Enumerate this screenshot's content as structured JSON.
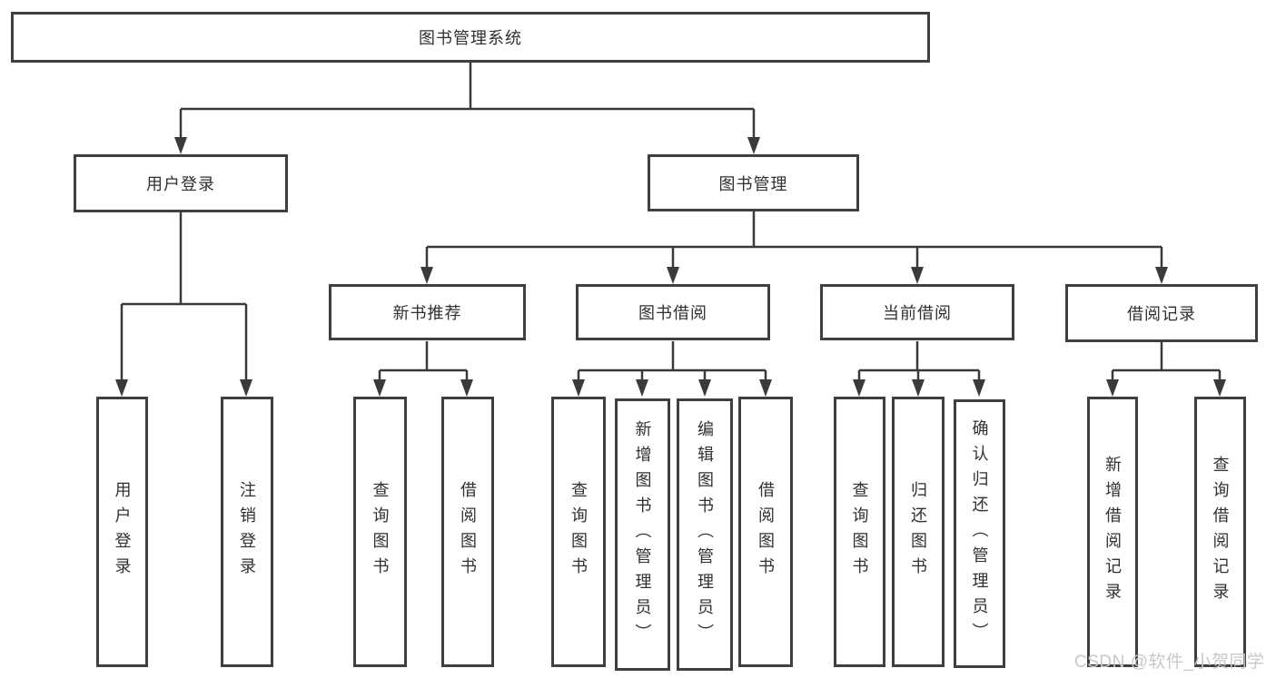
{
  "diagram": {
    "root_label": "图书管理系统",
    "level2": [
      {
        "label": "用户登录",
        "children": [
          {
            "label": "用户登录"
          },
          {
            "label": "注销登录"
          }
        ]
      },
      {
        "label": "图书管理",
        "groups": [
          {
            "label": "新书推荐",
            "children": [
              {
                "label": "查询图书"
              },
              {
                "label": "借阅图书"
              }
            ]
          },
          {
            "label": "图书借阅",
            "children": [
              {
                "label": "查询图书"
              },
              {
                "label": "新增图书（管理员）"
              },
              {
                "label": "编辑图书（管理员）"
              },
              {
                "label": "借阅图书"
              }
            ]
          },
          {
            "label": "当前借阅",
            "children": [
              {
                "label": "查询图书"
              },
              {
                "label": "归还图书"
              },
              {
                "label": "确认归还（管理员）"
              }
            ]
          },
          {
            "label": "借阅记录",
            "children": [
              {
                "label": "新增借阅记录"
              },
              {
                "label": "查询借阅记录"
              }
            ]
          }
        ]
      }
    ]
  },
  "watermark": {
    "text": "CSDN @软件_小贺同学"
  },
  "colors": {
    "background": "#ffffff",
    "box_border": "#3f3f3f",
    "connector_line": "#3a3a3a",
    "text": "#303030",
    "watermark": "#c8c8c8"
  }
}
